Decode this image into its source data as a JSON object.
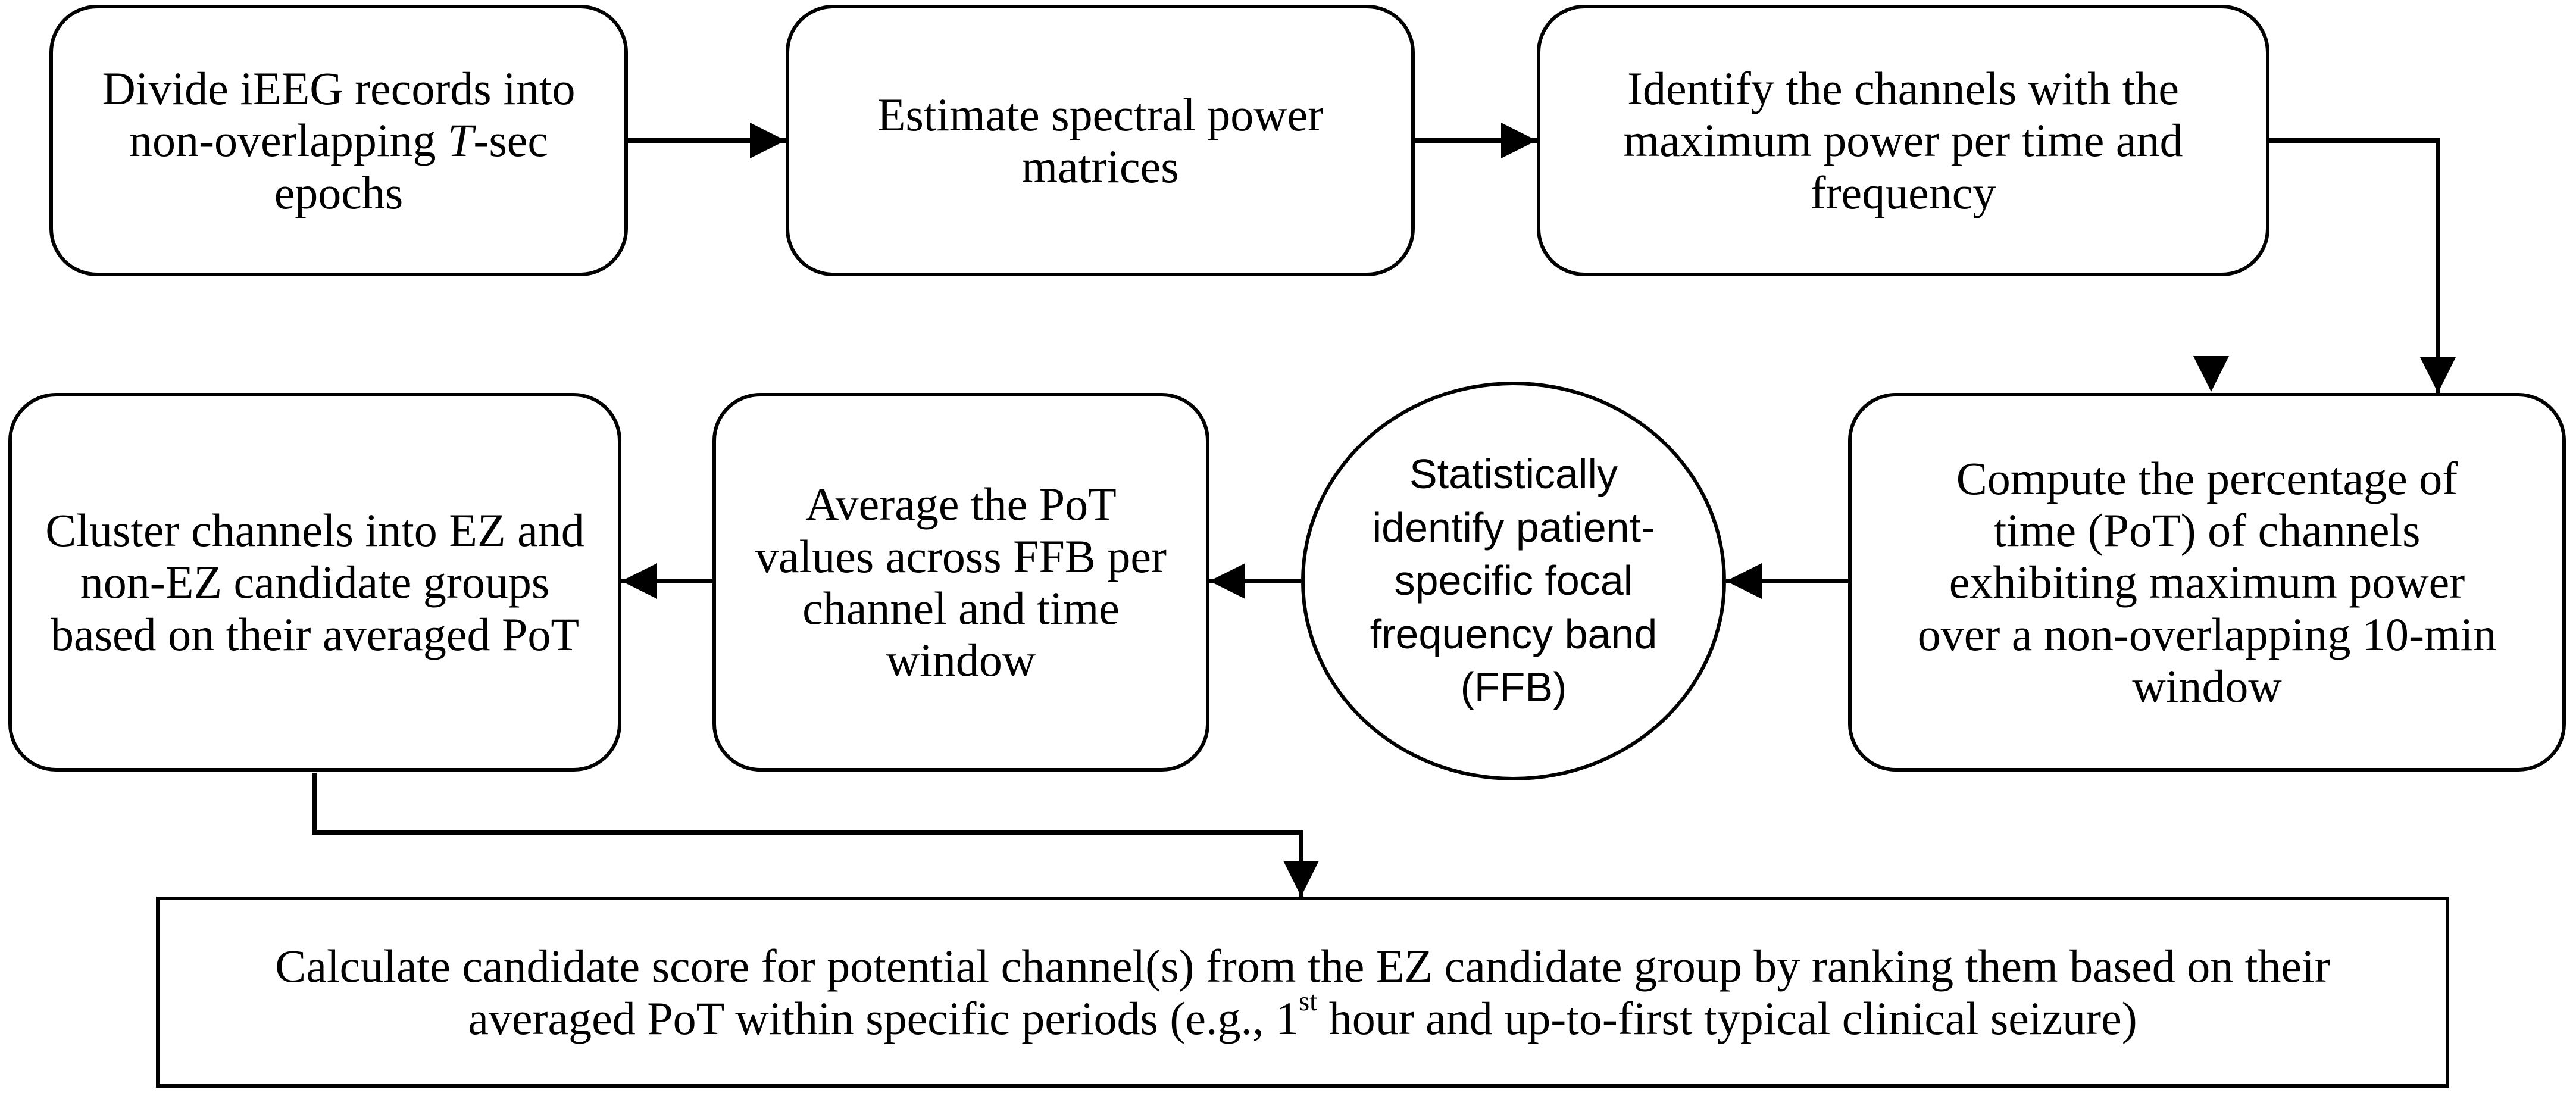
{
  "nodes": {
    "divide_epochs": {
      "text_before": "Divide iEEG records into non-overlapping ",
      "italic_var": "T",
      "text_after": "-sec epochs"
    },
    "estimate_power": {
      "text": "Estimate spectral power matrices"
    },
    "identify_max_channels": {
      "text": "Identify the channels with the maximum power per time and frequency"
    },
    "compute_pot": {
      "text": "Compute the percentage of time (PoT) of channels exhibiting maximum power over a non-overlapping 10-min window"
    },
    "identify_ffb": {
      "text": "Statistically identify patient-specific focal frequency band (FFB)"
    },
    "average_pot": {
      "text": "Average the PoT values across FFB per channel and time window"
    },
    "cluster_channels": {
      "text": "Cluster channels into EZ and non-EZ candidate groups based on their averaged PoT"
    },
    "candidate_score": {
      "text_before": "Calculate candidate score for potential channel(s) from the EZ candidate group by ranking them based on their averaged PoT within specific periods (e.g., 1",
      "superscript": "st",
      "text_after": " hour and up-to-first typical clinical seizure)"
    }
  },
  "edges": [
    {
      "from": "divide_epochs",
      "to": "estimate_power"
    },
    {
      "from": "estimate_power",
      "to": "identify_max_channels"
    },
    {
      "from": "identify_max_channels",
      "to": "compute_pot"
    },
    {
      "from": "compute_pot",
      "to": "identify_ffb"
    },
    {
      "from": "identify_ffb",
      "to": "average_pot"
    },
    {
      "from": "average_pot",
      "to": "cluster_channels"
    },
    {
      "from": "cluster_channels",
      "to": "candidate_score"
    }
  ],
  "colors": {
    "stroke": "#000000",
    "background": "#ffffff",
    "text": "#000000"
  }
}
